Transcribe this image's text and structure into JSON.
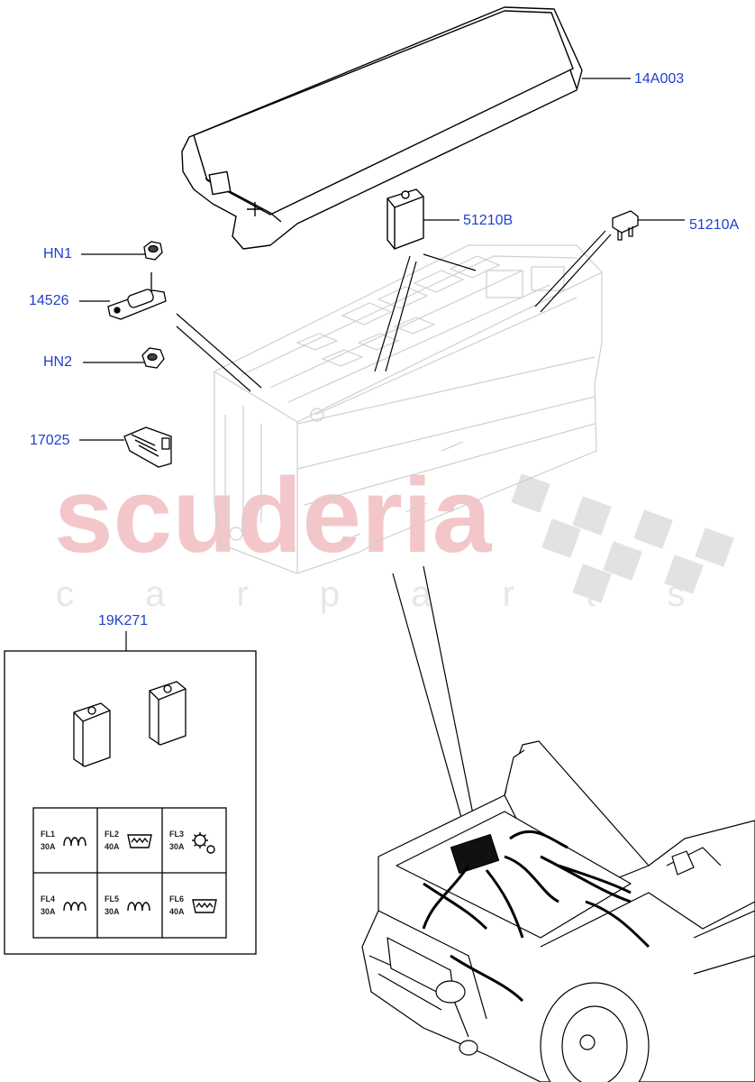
{
  "watermark": {
    "brand": "scuderia",
    "tagline": "c a r p a r t s"
  },
  "callouts": [
    {
      "id": "14A003",
      "label": "14A003"
    },
    {
      "id": "51210B",
      "label": "51210B"
    },
    {
      "id": "51210A",
      "label": "51210A"
    },
    {
      "id": "HN1",
      "label": "HN1"
    },
    {
      "id": "14526",
      "label": "14526"
    },
    {
      "id": "HN2",
      "label": "HN2"
    },
    {
      "id": "17025",
      "label": "17025"
    },
    {
      "id": "19K271",
      "label": "19K271"
    }
  ],
  "fuse_kit": {
    "cells": [
      {
        "name": "FL1",
        "rating": "30A",
        "icon": "coil-icon"
      },
      {
        "name": "FL2",
        "rating": "40A",
        "icon": "windscreen-heater-icon"
      },
      {
        "name": "FL3",
        "rating": "30A",
        "icon": "gear-icon"
      },
      {
        "name": "FL4",
        "rating": "30A",
        "icon": "coil-icon"
      },
      {
        "name": "FL5",
        "rating": "30A",
        "icon": "coil-icon"
      },
      {
        "name": "FL6",
        "rating": "40A",
        "icon": "windscreen-heater-icon"
      }
    ]
  },
  "colors": {
    "label": "#1f3fd0",
    "watermark": "#f3c7c9",
    "line": "#000000",
    "faded": "#cfcfcf"
  }
}
